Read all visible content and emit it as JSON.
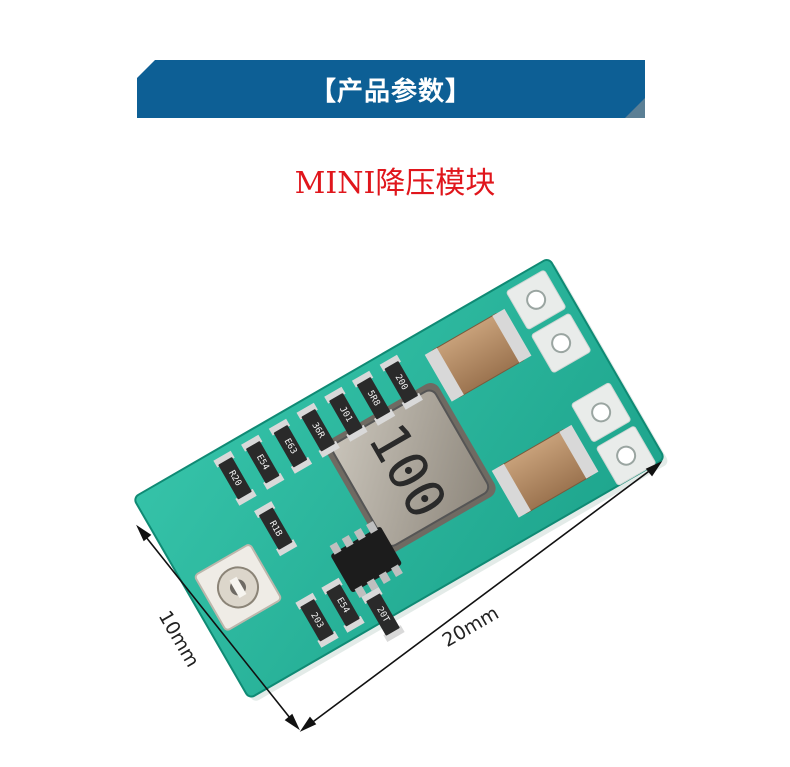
{
  "banner": {
    "title": "【产品参数】",
    "color": "#0d5f95",
    "accent": "#5b7f95"
  },
  "product": {
    "title": "MINI降压模块",
    "title_color": "#e0161c"
  },
  "board": {
    "color": "#23b39a",
    "inductor_marking": "100",
    "part_markings": [
      "R20",
      "E54",
      "E63",
      "36R",
      "J01",
      "5R8",
      "200",
      "R1B",
      "203",
      "E54",
      "20T"
    ]
  },
  "dimensions": {
    "height_label": "10mm",
    "width_label": "20mm"
  }
}
